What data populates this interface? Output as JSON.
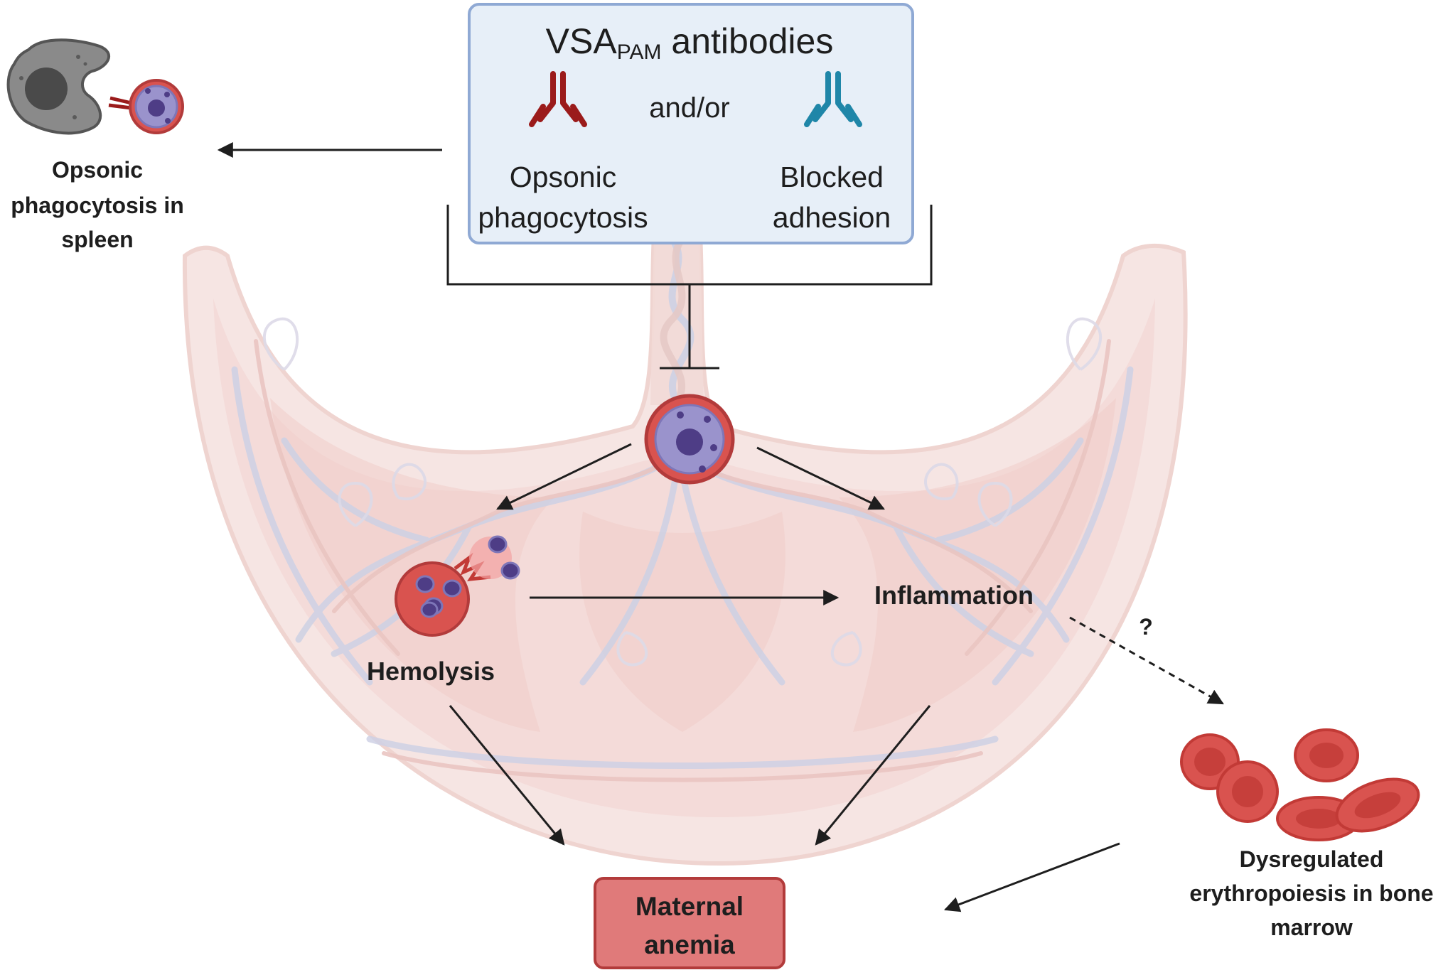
{
  "box": {
    "title_main": "VSA",
    "title_sub": "PAM",
    "title_rest": " antibodies",
    "connector": "and/or",
    "left_label_line1": "Opsonic",
    "left_label_line2": "phagocytosis",
    "right_label_line1": "Blocked",
    "right_label_line2": "adhesion"
  },
  "spleen": {
    "line1": "Opsonic",
    "line2": "phagocytosis in",
    "line3": "spleen"
  },
  "hemolysis": "Hemolysis",
  "inflammation": "Inflammation",
  "question_mark": "?",
  "bone_marrow": {
    "line1": "Dysregulated",
    "line2": "erythropoiesis in bone",
    "line3": "marrow"
  },
  "anemia": {
    "line1": "Maternal",
    "line2": "anemia"
  },
  "colors": {
    "box_fill": "#e7eff8",
    "box_stroke": "#8fa9d4",
    "antibody_red": "#9b1b1b",
    "antibody_blue": "#1f86a8",
    "anemia_fill": "#e07a7a",
    "anemia_stroke": "#b23b3b",
    "placenta_fill": "#f6e3e1",
    "vessel_blue": "#c9cde2",
    "rbc_red": "#d9534f",
    "parasite_purple": "#8e86c4"
  }
}
